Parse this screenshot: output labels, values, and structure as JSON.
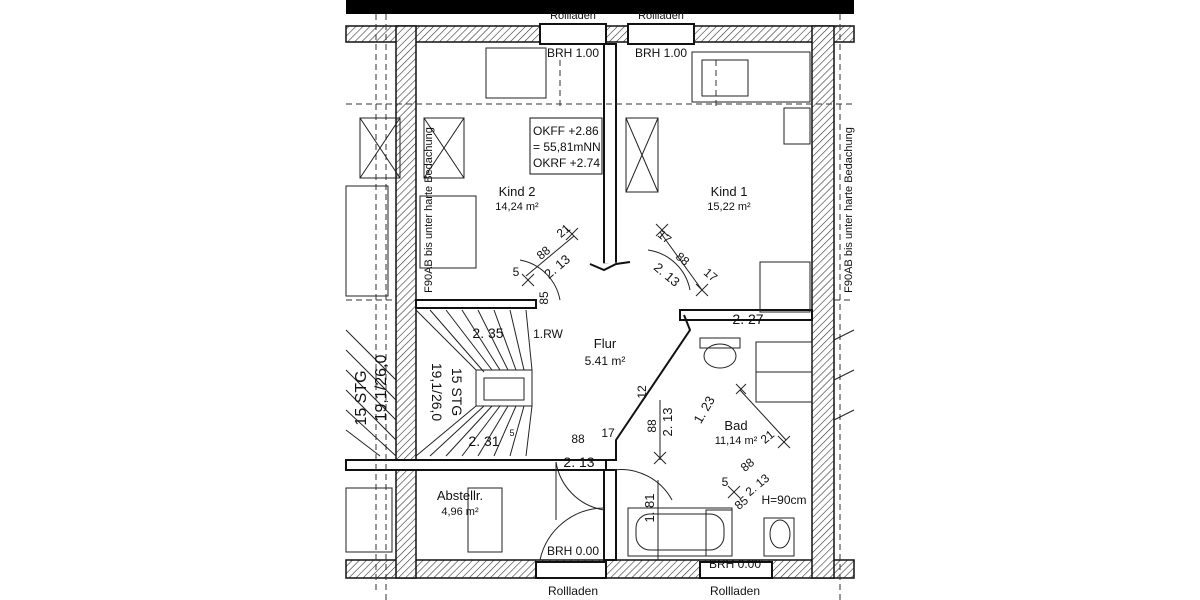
{
  "rooms": {
    "kind2": {
      "name": "Kind 2",
      "area": "14,24 m²"
    },
    "kind1": {
      "name": "Kind 1",
      "area": "15,22 m²"
    },
    "flur": {
      "name": "Flur",
      "area": "5.41 m²"
    },
    "bad": {
      "name": "Bad",
      "area": "11,14 m²"
    },
    "abstell": {
      "name": "Abstellr.",
      "area": "4,96 m²"
    }
  },
  "level_box": {
    "line1": "OKFF +2.86",
    "line2": "= 55,81mNN",
    "line3": "OKRF +2.74"
  },
  "brh": {
    "top_left": "BRH 1.00",
    "top_right": "BRH 1.00",
    "bottom_left": "BRH 0.00",
    "bottom_right": "BRH 0.00"
  },
  "rollladen": {
    "top_left": "Rollladen",
    "top_right": "Rollladen",
    "bottom_left": "Rollladen",
    "bottom_right": "Rollladen"
  },
  "side_labels": {
    "left": "F90AB bis unter harte Bedachung",
    "right": "F90AB bis unter harte Bedachung"
  },
  "stairs": {
    "left_label": "15 STG",
    "left_ratio": "19,1/26,0",
    "inner_label": "15 STG",
    "inner_ratio": "19,1/26,0",
    "rw": "1.RW"
  },
  "dimensions": {
    "d235": "2. 35",
    "d231": "2. 31",
    "d227": "2. 27",
    "d123": "1. 23",
    "d181": "1. 81",
    "d213_a": "2. 13",
    "d213_b": "2. 13",
    "d213_c": "2. 13",
    "d213_d": "2. 13",
    "d213_e": "2. 13",
    "d885_a": "88",
    "d885_b": "88",
    "d885_c": "88",
    "d885_d": "88",
    "d885_e": "88",
    "d215_a": "21",
    "d215_b": "21",
    "d175_a": "17",
    "d175_b": "17",
    "d175_c": "17",
    "d125": "12",
    "d5_a": "5",
    "d5_b": "5",
    "d85_a": "85",
    "d85_b": "85",
    "sup5": "5",
    "h90": "H=90cm"
  }
}
